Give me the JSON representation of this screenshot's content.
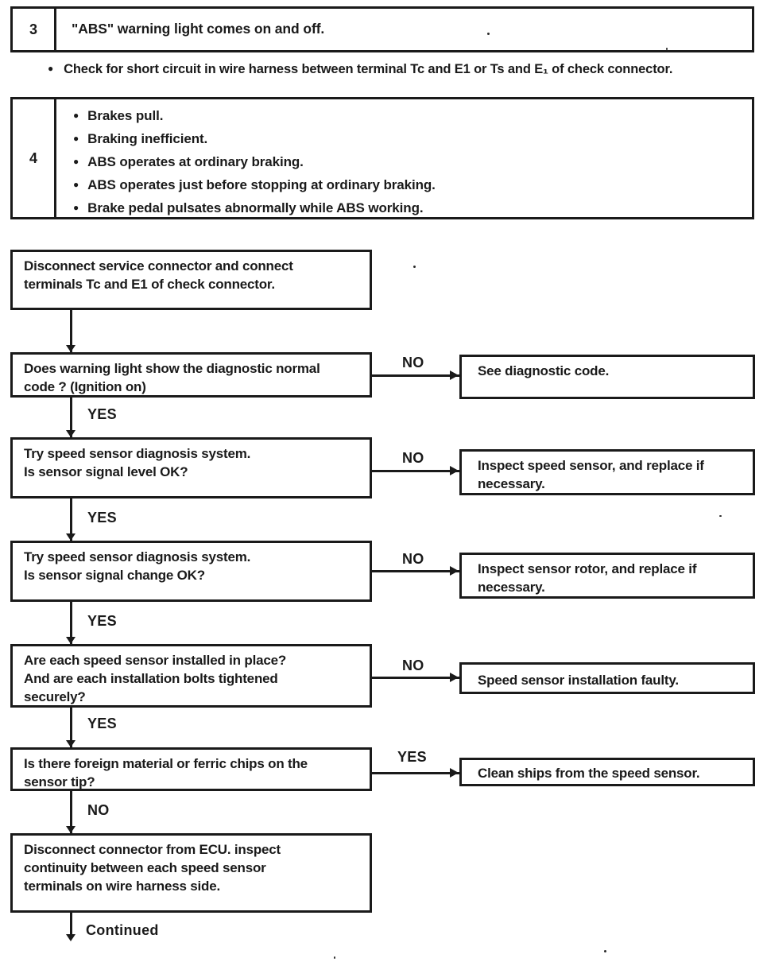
{
  "bullet_char": "●",
  "row3": {
    "number": "3",
    "text": "\"ABS\" warning light comes on and off."
  },
  "note": {
    "text": "Check for short circuit in wire harness between terminal Tc and E1 or Ts and E₁ of check connector."
  },
  "row4": {
    "number": "4",
    "items": [
      "Brakes pull.",
      "Braking inefficient.",
      "ABS operates at ordinary braking.",
      "ABS operates just before stopping at ordinary braking.",
      "Brake pedal pulsates abnormally while ABS working."
    ]
  },
  "flowchart": {
    "steps": [
      {
        "text": "Disconnect service connector and connect\nterminals Tc and E1 of check connector."
      },
      {
        "text": "Does warning light show the diagnostic normal\ncode ? (Ignition on)",
        "branch_label": "NO",
        "branch_result": "See diagnostic code.",
        "next_label": "YES"
      },
      {
        "text": "Try speed sensor diagnosis system.\nIs sensor signal level OK?",
        "branch_label": "NO",
        "branch_result": "Inspect speed sensor, and replace if\nnecessary.",
        "next_label": "YES"
      },
      {
        "text": "Try speed sensor diagnosis system.\nIs sensor signal change OK?",
        "branch_label": "NO",
        "branch_result": "Inspect sensor rotor, and replace if\nnecessary.",
        "next_label": "YES"
      },
      {
        "text": "Are each speed sensor installed in place?\nAnd are each installation bolts tightened\nsecurely?",
        "branch_label": "NO",
        "branch_result": "Speed sensor installation faulty.",
        "next_label": "YES"
      },
      {
        "text": "Is there foreign material or ferric chips on the\nsensor tip?",
        "branch_label": "YES",
        "branch_result": "Clean ships from the speed sensor.",
        "next_label": "NO"
      },
      {
        "text": "Disconnect connector from ECU. inspect\ncontinuity between each speed sensor\nterminals on wire harness side.",
        "next_label": "Continued"
      }
    ]
  },
  "colors": {
    "ink": "#1a1a1a",
    "paper": "#ffffff"
  }
}
